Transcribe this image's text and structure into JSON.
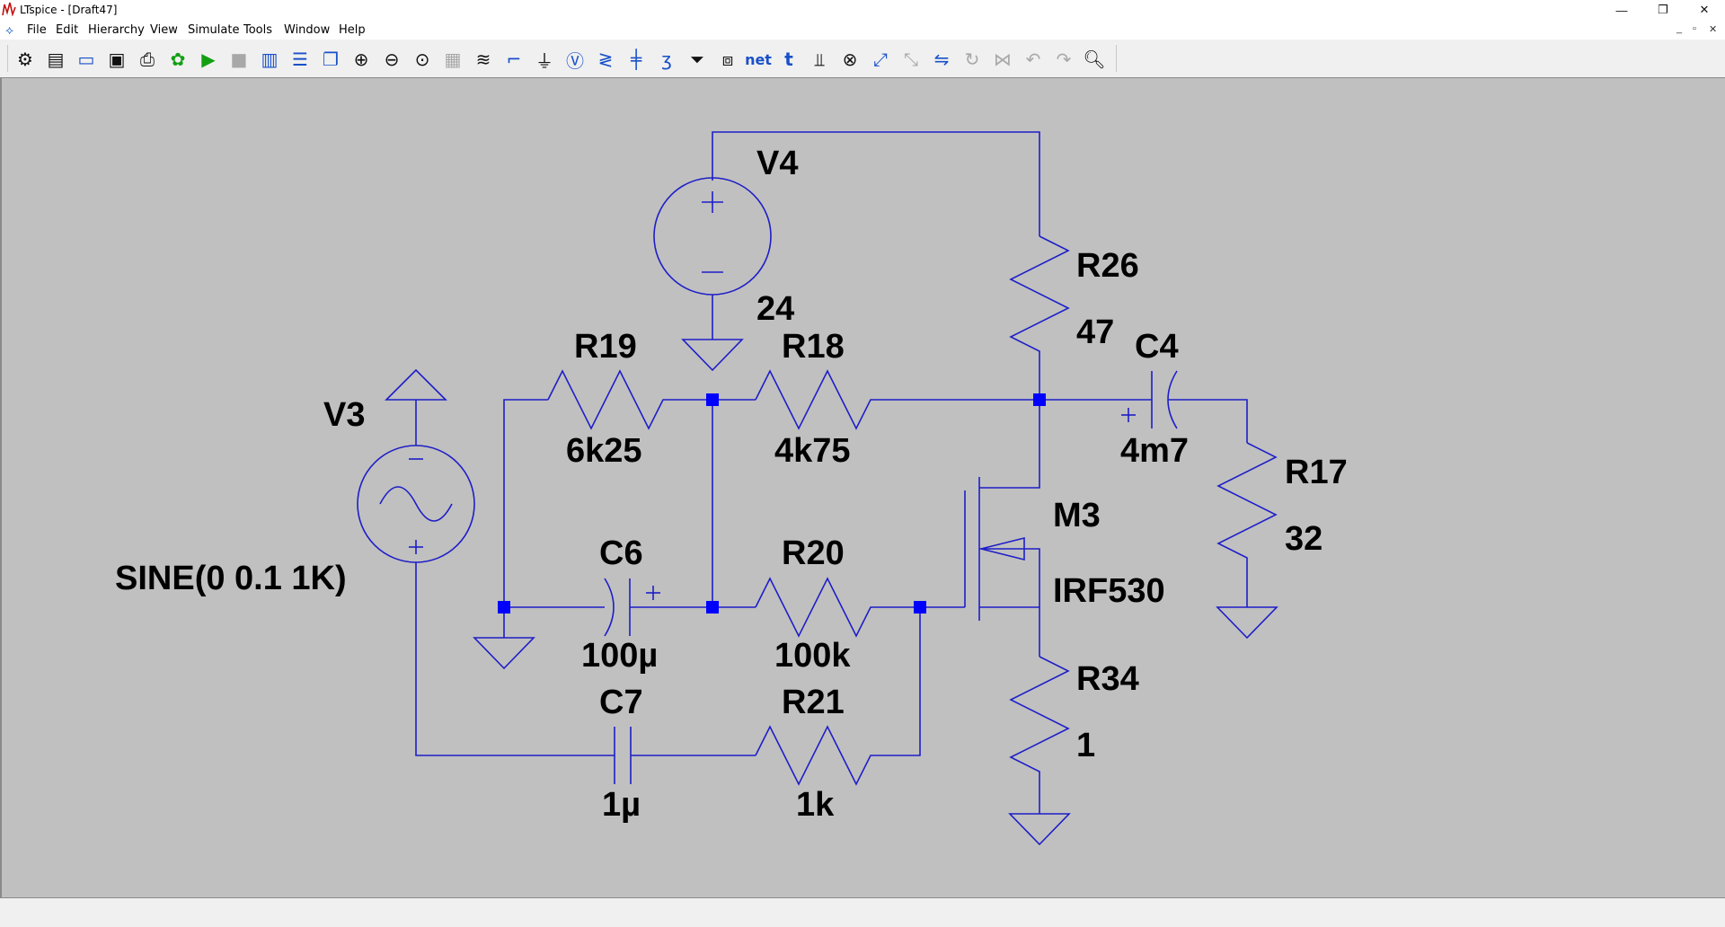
{
  "window": {
    "title": "LTspice - [Draft47]"
  },
  "menu": {
    "items": [
      "File",
      "Edit",
      "Hierarchy",
      "View",
      "Simulate",
      "Tools",
      "Window",
      "Help"
    ]
  },
  "toolbar": {
    "icons": [
      "gear-icon",
      "new-schematic-icon",
      "open-folder-icon",
      "save-icon",
      "print-icon",
      "ac-analysis-icon",
      "run-icon",
      "stop-icon",
      "tile-vertical-icon",
      "tile-horizontal-icon",
      "cascade-icon",
      "zoom-in-icon",
      "zoom-out-icon",
      "zoom-fit-icon",
      "zoom-full-icon",
      "waveform-icon",
      "wire-icon",
      "ground-icon",
      "label-net-icon",
      "resistor-icon",
      "capacitor-icon",
      "inductor-icon",
      "diode-icon",
      "component-icon",
      "net-label-icon",
      "text-icon",
      "spice-directive-icon",
      "delete-icon",
      "move-icon",
      "drag-icon",
      "mirror-icon",
      "rotate-icon",
      "undo-icon",
      "redo-icon",
      "find-icon"
    ],
    "net_label": "net"
  },
  "schematic": {
    "colors": {
      "wire": "#1e1ec8",
      "junction": "#0000ff",
      "background": "#c0c0c0"
    },
    "components": {
      "V4": {
        "name": "V4",
        "value": "24"
      },
      "V3": {
        "name": "V3",
        "value": "SINE(0 0.1 1K)"
      },
      "R26": {
        "name": "R26",
        "value": "47"
      },
      "R19": {
        "name": "R19",
        "value": "6k25"
      },
      "R18": {
        "name": "R18",
        "value": "4k75"
      },
      "C4": {
        "name": "C4",
        "value": "4m7"
      },
      "R17": {
        "name": "R17",
        "value": "32"
      },
      "M3": {
        "name": "M3",
        "value": "IRF530"
      },
      "C6": {
        "name": "C6",
        "value": "100µ"
      },
      "R20": {
        "name": "R20",
        "value": "100k"
      },
      "R34": {
        "name": "R34",
        "value": "1"
      },
      "C7": {
        "name": "C7",
        "value": "1µ"
      },
      "R21": {
        "name": "R21",
        "value": "1k"
      }
    }
  }
}
